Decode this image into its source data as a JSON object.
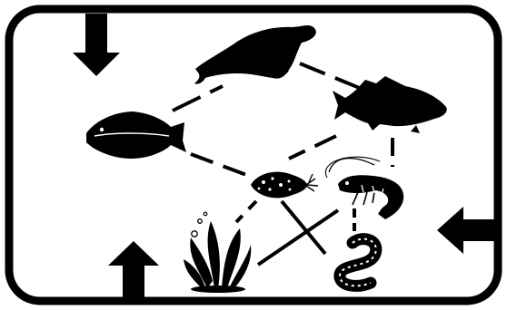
{
  "diagram": {
    "kind": "food-web",
    "colors": {
      "ink": "#000000",
      "background": "#ffffff"
    },
    "organisms": [
      {
        "id": "seal",
        "icon": "seal-icon"
      },
      {
        "id": "bass",
        "icon": "fish-icon"
      },
      {
        "id": "flounder",
        "icon": "flatfish-icon"
      },
      {
        "id": "zooplankton",
        "icon": "zooplankton-icon"
      },
      {
        "id": "shrimp",
        "icon": "shrimp-icon"
      },
      {
        "id": "seaweed",
        "icon": "seaweed-icon"
      },
      {
        "id": "worm",
        "icon": "worm-icon"
      }
    ],
    "links": [
      {
        "from": "flounder",
        "to": "seal",
        "style": "dashed"
      },
      {
        "from": "seal",
        "to": "bass",
        "style": "dashed"
      },
      {
        "from": "flounder",
        "to": "zooplankton",
        "style": "dashed"
      },
      {
        "from": "bass",
        "to": "zooplankton",
        "style": "dashed"
      },
      {
        "from": "bass",
        "to": "shrimp",
        "style": "dashed"
      },
      {
        "from": "zooplankton",
        "to": "seaweed",
        "style": "dashed"
      },
      {
        "from": "zooplankton",
        "to": "worm",
        "style": "solid"
      },
      {
        "from": "seaweed",
        "to": "shrimp",
        "style": "solid"
      },
      {
        "from": "shrimp",
        "to": "worm",
        "style": "dashed"
      }
    ],
    "arrows": [
      {
        "name": "top-left-down-arrow",
        "direction": "down"
      },
      {
        "name": "bottom-left-up-arrow",
        "direction": "up"
      },
      {
        "name": "right-left-arrow",
        "direction": "left"
      }
    ]
  }
}
